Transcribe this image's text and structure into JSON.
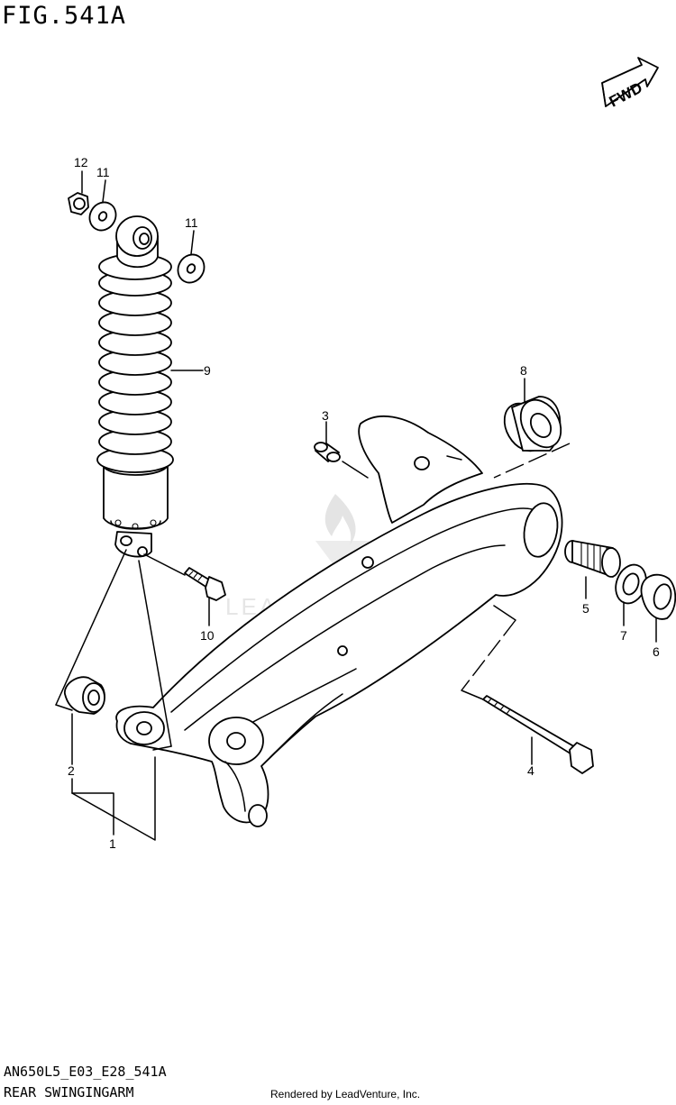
{
  "header": {
    "figure_title": "FIG.541A"
  },
  "orientation_tag": {
    "text": "FWD"
  },
  "parts": {
    "labels": [
      "1",
      "2",
      "3",
      "4",
      "5",
      "6",
      "7",
      "8",
      "9",
      "10",
      "11",
      "11",
      "12"
    ]
  },
  "watermark": {
    "text": "LEADVENTURE"
  },
  "footer": {
    "code": "AN650L5_E03_E28_541A",
    "name": "REAR SWINGINGARM",
    "rendered_by": "Rendered by LeadVenture, Inc."
  }
}
